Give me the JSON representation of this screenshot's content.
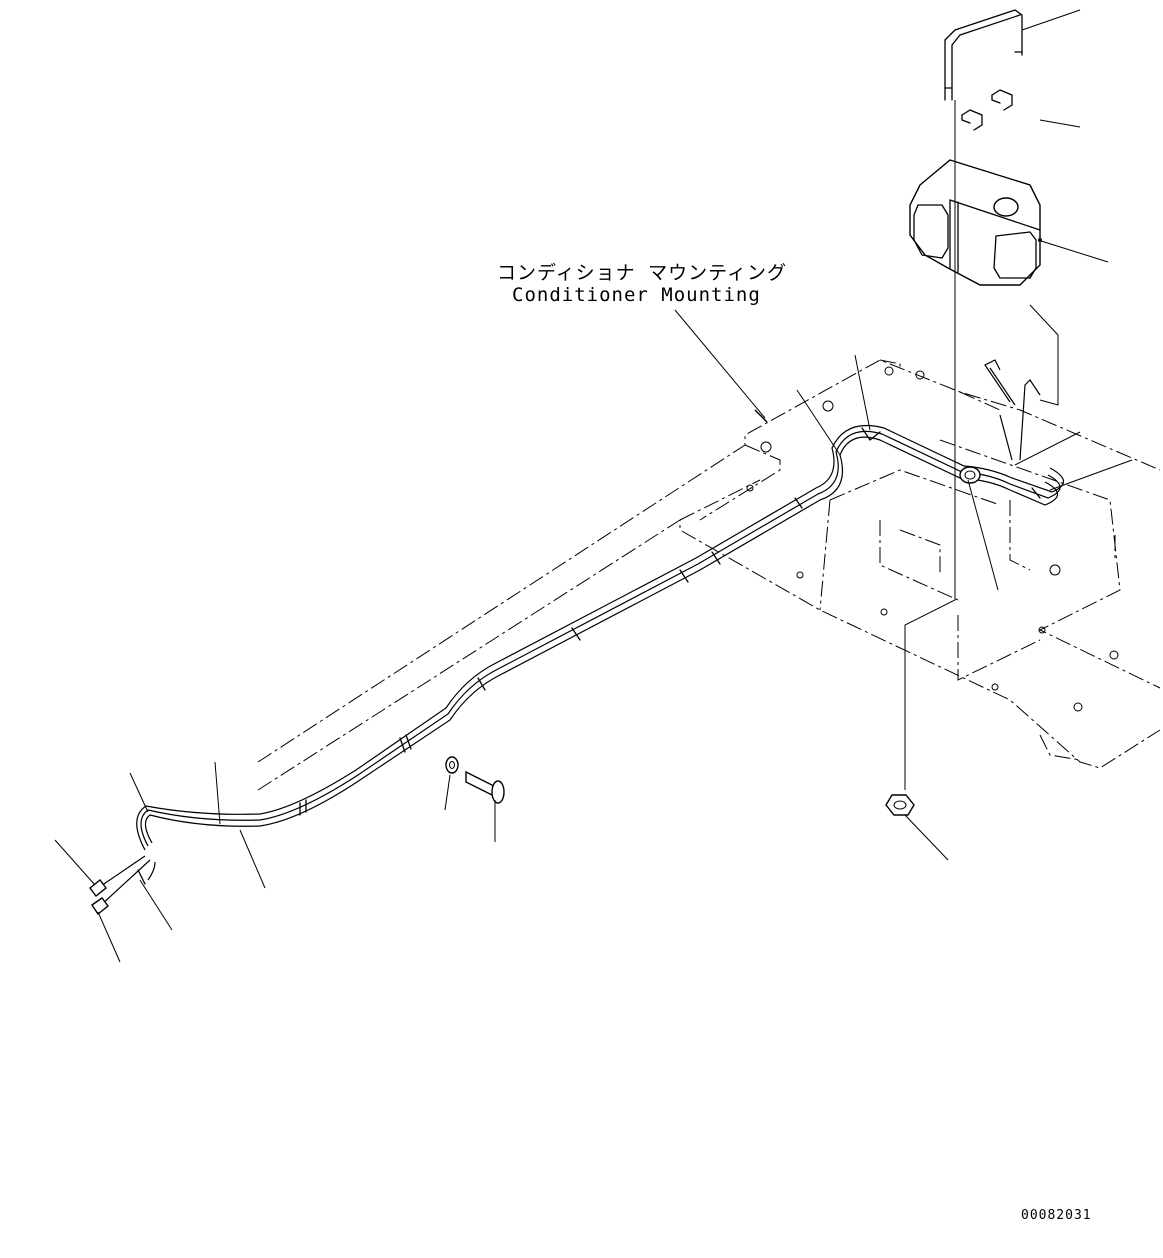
{
  "callout": {
    "japanese": "コンディショナ マウンティング",
    "english": "Conditioner Mounting"
  },
  "document_number": "00082031"
}
